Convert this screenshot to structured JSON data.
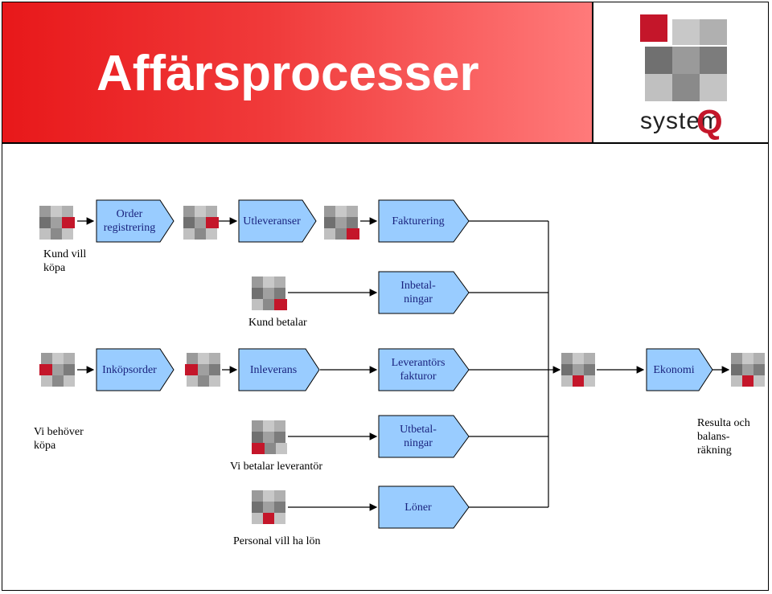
{
  "title": "Affärsprocesser",
  "logo": {
    "text": "system",
    "q": "Q"
  },
  "colors": {
    "accent": "#e8181a",
    "box_fill": "#99ccff",
    "logo_red": "#c4162a"
  },
  "boxes": {
    "order": [
      "Order",
      "registrering"
    ],
    "utleveranser": "Utleveranser",
    "fakturering": "Fakturering",
    "inbetalningar": [
      "Inbetal-",
      "ningar"
    ],
    "inkopsorder": "Inköpsorder",
    "inleverans": "Inleverans",
    "leverantors": [
      "Leverantörs",
      "fakturor"
    ],
    "ekonomi": "Ekonomi",
    "utbetalningar": [
      "Utbetal-",
      "ningar"
    ],
    "loner": "Löner"
  },
  "labels": {
    "kund_vill_kopa": [
      "Kund vill",
      "köpa"
    ],
    "kund_betalar": "Kund betalar",
    "vi_behover_kopa": [
      "Vi behöver",
      "köpa"
    ],
    "vi_betalar": "Vi betalar leverantör",
    "personal": "Personal vill ha lön",
    "resultat": [
      "Resulta och",
      "balans-",
      "räkning"
    ]
  },
  "icons": [
    "event-icon",
    "event-icon",
    "event-icon",
    "event-icon",
    "event-icon",
    "event-icon",
    "event-icon",
    "event-icon",
    "event-icon",
    "event-icon"
  ]
}
